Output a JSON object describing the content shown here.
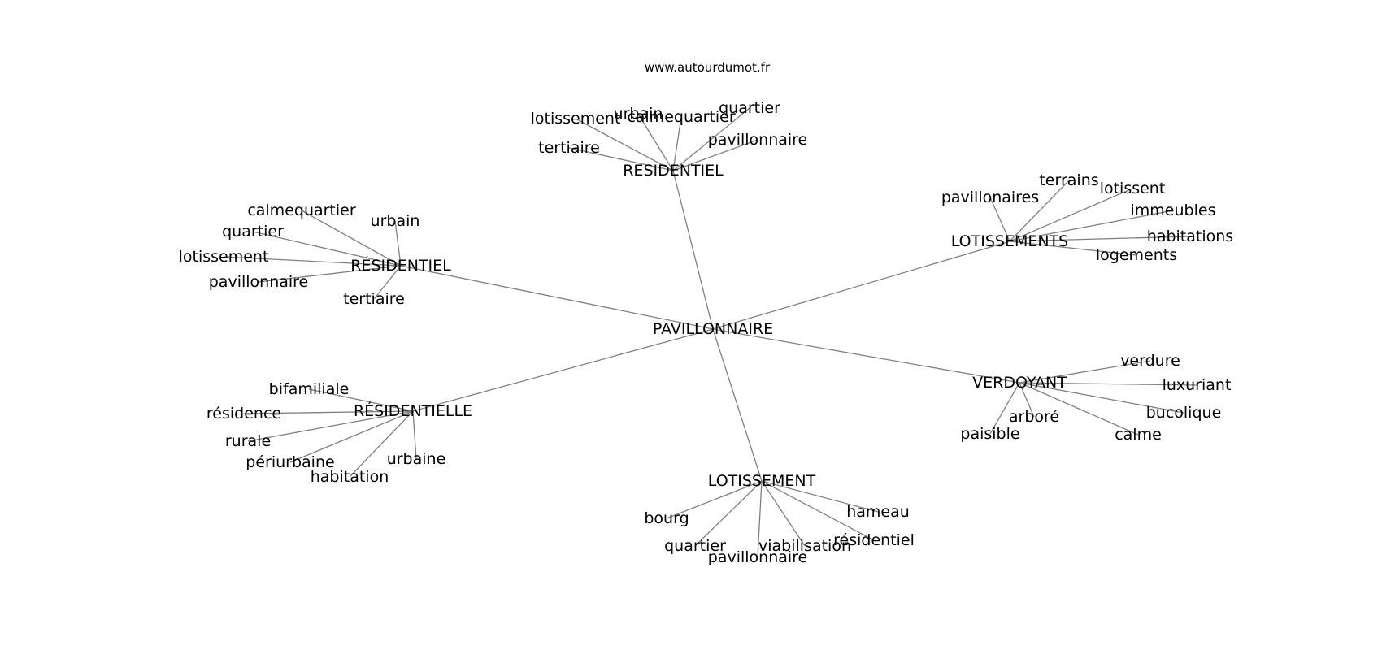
{
  "watermark": "www.autourdumot.fr",
  "center": "PAVILLONNAIRE",
  "clusters": [
    {
      "label": "RESIDENTIEL",
      "words": [
        "urbain",
        "calmequartier",
        "quartier",
        "lotissement",
        "tertiaire",
        "pavillonnaire"
      ]
    },
    {
      "label": "RÉSIDENTIEL",
      "words": [
        "calmequartier",
        "quartier",
        "urbain",
        "lotissement",
        "pavillonnaire",
        "tertiaire"
      ]
    },
    {
      "label": "LOTISSEMENTS",
      "words": [
        "terrains",
        "lotissent",
        "pavillonaires",
        "immeubles",
        "habitations",
        "logements"
      ]
    },
    {
      "label": "VERDOYANT",
      "words": [
        "verdure",
        "luxuriant",
        "bucolique",
        "arboré",
        "paisible",
        "calme"
      ]
    },
    {
      "label": "RÉSIDENTIELLE",
      "words": [
        "bifamiliale",
        "résidence",
        "rurale",
        "périurbaine",
        "urbaine",
        "habitation"
      ]
    },
    {
      "label": "LOTISSEMENT",
      "words": [
        "bourg",
        "hameau",
        "résidentiel",
        "quartier",
        "viabilisation",
        "pavillonnaire"
      ]
    }
  ]
}
